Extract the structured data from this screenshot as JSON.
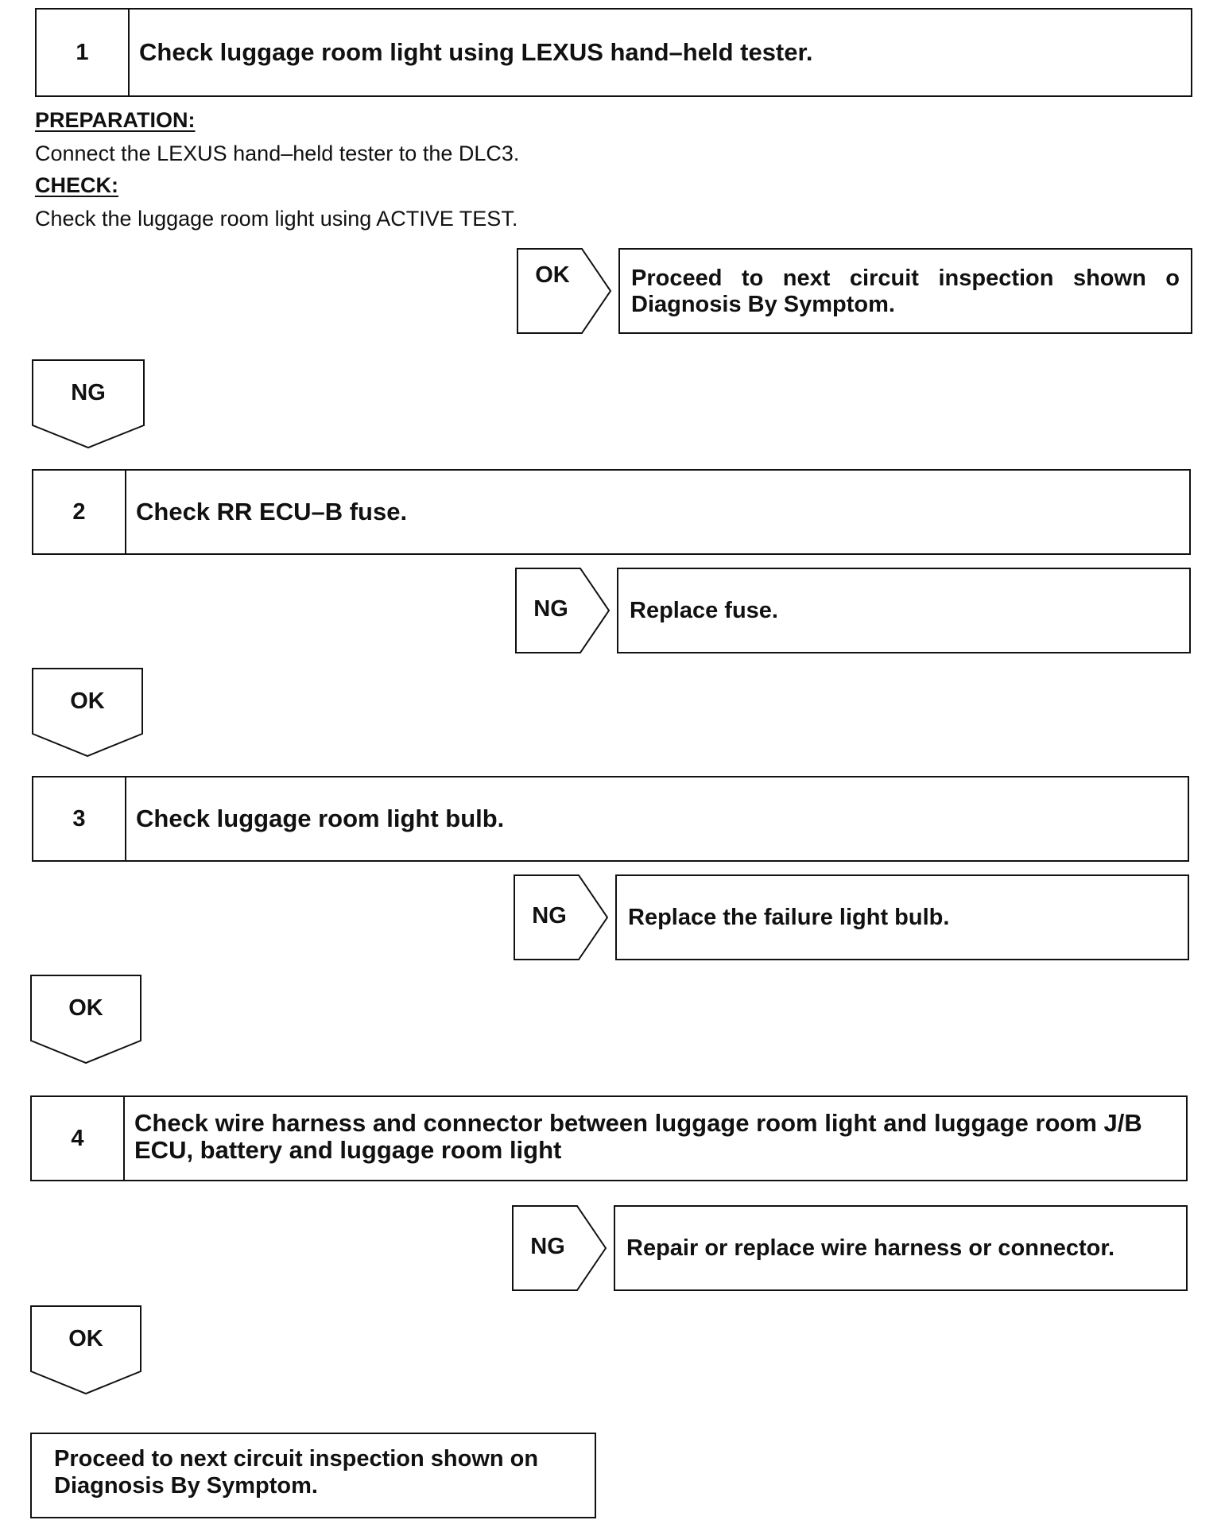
{
  "steps": [
    {
      "number": "1",
      "title": "Check luggage room light using LEXUS hand–held tester."
    },
    {
      "number": "2",
      "title": "Check RR ECU–B fuse."
    },
    {
      "number": "3",
      "title": "Check luggage room light bulb."
    },
    {
      "number": "4",
      "title": "Check wire harness and connector between luggage room light and luggage room J/B ECU, battery and luggage room light"
    }
  ],
  "step1_details": {
    "preparation_label": "PREPARATION:",
    "preparation_text": "Connect the LEXUS hand–held tester to the DLC3.",
    "check_label": "CHECK:",
    "check_text": "Check the luggage room light using ACTIVE TEST."
  },
  "branches": [
    {
      "label": "OK",
      "result": "Proceed to next circuit inspection shown o Diagnosis By Symptom."
    },
    {
      "label": "NG",
      "result": "Replace fuse."
    },
    {
      "label": "NG",
      "result": "Replace the failure light bulb."
    },
    {
      "label": "NG",
      "result": "Repair or replace wire harness or connector."
    }
  ],
  "flow_labels": [
    "NG",
    "OK",
    "OK",
    "OK"
  ],
  "final": "Proceed to next circuit inspection shown on Diagnosis By Symptom."
}
